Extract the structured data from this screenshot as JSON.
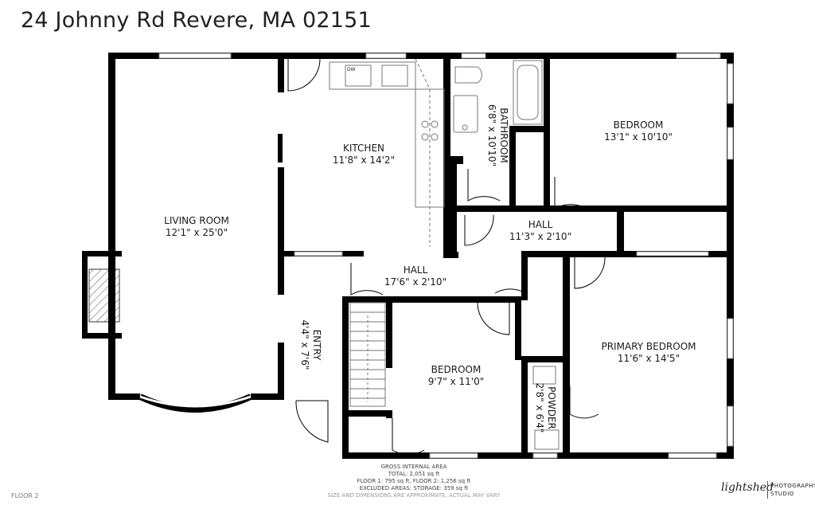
{
  "title": "24 Johnny Rd Revere, MA 02151",
  "rooms": [
    {
      "name": "LIVING ROOM",
      "dims": "12'1\" x 25'0\""
    },
    {
      "name": "KITCHEN",
      "dims": "11'8\" x 14'2\""
    },
    {
      "name": "BATHROOM",
      "dims": "6'8\" x 10'10\""
    },
    {
      "name": "BEDROOM",
      "dims": "13'1\" x 10'10\""
    },
    {
      "name": "HALL",
      "dims": "11'3\" x 2'10\""
    },
    {
      "name": "HALL",
      "dims": "17'6\" x 2'10\""
    },
    {
      "name": "ENTRY",
      "dims": "4'4\" x 7'6\""
    },
    {
      "name": "BEDROOM",
      "dims": "9'7\" x 11'0\""
    },
    {
      "name": "PRIMARY BEDROOM",
      "dims": "11'6\" x 14'5\""
    },
    {
      "name": "POWDER",
      "dims": "2'8\" x 6'4\""
    }
  ],
  "fixtures": {
    "dishwasher": "DW"
  },
  "area": {
    "heading": "GROSS INTERNAL AREA",
    "total": "TOTAL: 2,051 sq ft",
    "floors": "FLOOR 1: 795 sq ft, FLOOR 2: 1,256 sq ft",
    "excluded": "EXCLUDED AREAS: STORAGE: 359 sq ft",
    "disclaimer": "SIZE AND DIMENSIONS ARE APPROXIMATE, ACTUAL MAY VARY"
  },
  "floor_label": "FLOOR 2",
  "logo": {
    "script": "lightshed",
    "line1": "PHOTOGRAPHY",
    "line2": "STUDIO"
  }
}
